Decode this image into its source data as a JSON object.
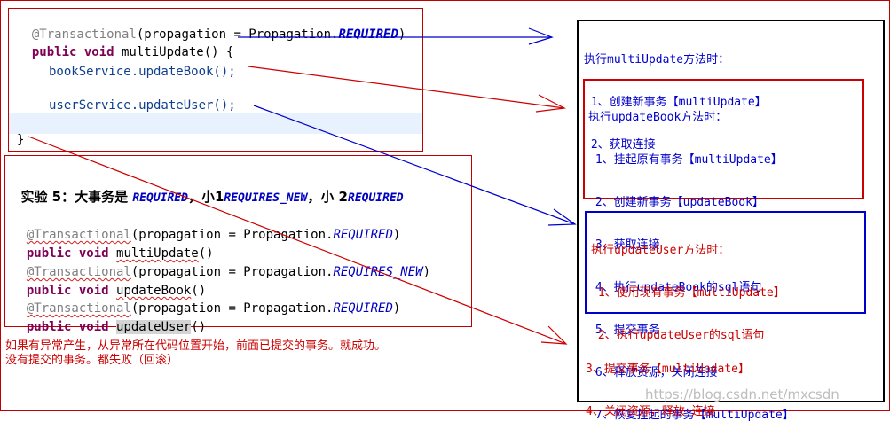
{
  "top_code": {
    "line1_ann": "@Transactional",
    "line1_rest": "(propagation = Propagation.",
    "line1_const": "REQUIRED",
    "line1_end": ")",
    "line2_kw": "public void",
    "line2_rest": " multiUpdate() {",
    "line3": "bookService.updateBook();",
    "line4": "userService.updateUser();",
    "line5": "}"
  },
  "experiment": {
    "title_prefix": "实验 5：大事务是 ",
    "title_req": "REQUIRED",
    "title_mid": "，小1",
    "title_rn": "REQUIRES_NEW",
    "title_mid2": "，小 2",
    "title_req2": "REQUIRED",
    "lines": [
      {
        "ann": "@Transactional",
        "rest": "(propagation = Propagation.",
        "const": "REQUIRED",
        "end": ")"
      },
      {
        "kw": "public void",
        "method": "multiUpdate",
        "end": "()"
      },
      {
        "ann": "@Transactional",
        "rest": "(propagation = Propagation.",
        "const": "REQUIRES_NEW",
        "end": ")"
      },
      {
        "kw": "public void",
        "method": "updateBook",
        "end": "()"
      },
      {
        "ann": "@Transactional",
        "rest": "(propagation = Propagation.",
        "const": "REQUIRED",
        "end": ")"
      },
      {
        "kw": "public void",
        "method": "updateUser",
        "end": "()"
      }
    ]
  },
  "bottom_note": {
    "line1": "如果有异常产生，从异常所在代码位置开始，前面已提交的事务。就成功。",
    "line2": "没有提交的事务。都失败（回滚）"
  },
  "panel": {
    "multi": [
      "执行multiUpdate方法时：",
      " 1、创建新事务【multiUpdate】",
      " 2、获取连接"
    ],
    "book": [
      "执行updateBook方法时：",
      " 1、挂起原有事务【multiUpdate】",
      " 2、创建新事务【updateBook】",
      " 3、获取连接",
      " 4、执行updateBook的sql语句",
      " 5、提交事务",
      " 6、释放资源，关闭连接",
      " 7、恢复挂起的事务【multiUpdate】"
    ],
    "user": [
      "执行updateUser方法时：",
      " 1、使用现有事务【multiUpdate】",
      " 2、执行updateUser的sql语句"
    ],
    "final": [
      "3、提交事务【multiUpdate】",
      "4、关闭资源，释放 连接"
    ]
  },
  "watermark": "https://blog.csdn.net/mxcsdn",
  "colors": {
    "blue": "#0000cc",
    "red": "#cc0000"
  }
}
